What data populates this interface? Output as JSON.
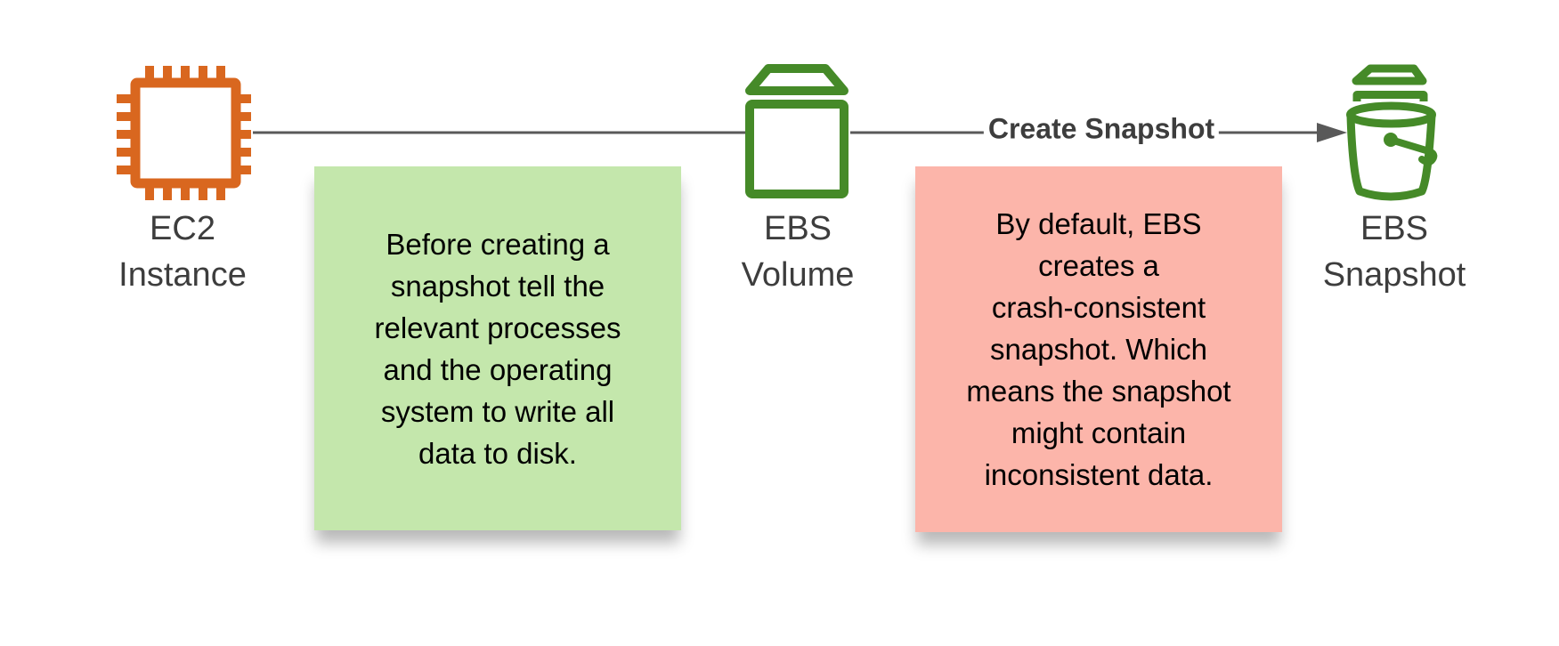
{
  "colors": {
    "canvas_bg": "#FFFFFF",
    "ec2_orange": "#D9671F",
    "ebs_green": "#458A28",
    "connector_gray": "#595959",
    "label_gray": "#3D3D3D",
    "note_text": "#000000",
    "note_green_bg": "#C4E7AC",
    "note_red_bg": "#FCB5AA"
  },
  "nodes": {
    "ec2": {
      "icon": "microchip-icon",
      "label_lines": [
        "EC2",
        "Instance"
      ]
    },
    "ebs_volume": {
      "icon": "storage-volume-icon",
      "label_lines": [
        "EBS",
        "Volume"
      ]
    },
    "ebs_snapshot": {
      "icon": "bucket-icon",
      "label_lines": [
        "EBS",
        "Snapshot"
      ]
    }
  },
  "connectors": {
    "ec2_to_volume": {
      "label": ""
    },
    "volume_to_snapshot": {
      "label": "Create Snapshot"
    }
  },
  "notes": {
    "green": {
      "lines": [
        "Before creating a",
        "snapshot tell the",
        "relevant processes",
        "and the operating",
        "system to write all",
        "data to disk."
      ]
    },
    "red": {
      "lines": [
        "By default, EBS",
        "creates a",
        "crash-consistent",
        "snapshot. Which",
        "means the snapshot",
        "might contain",
        "inconsistent data."
      ]
    }
  }
}
